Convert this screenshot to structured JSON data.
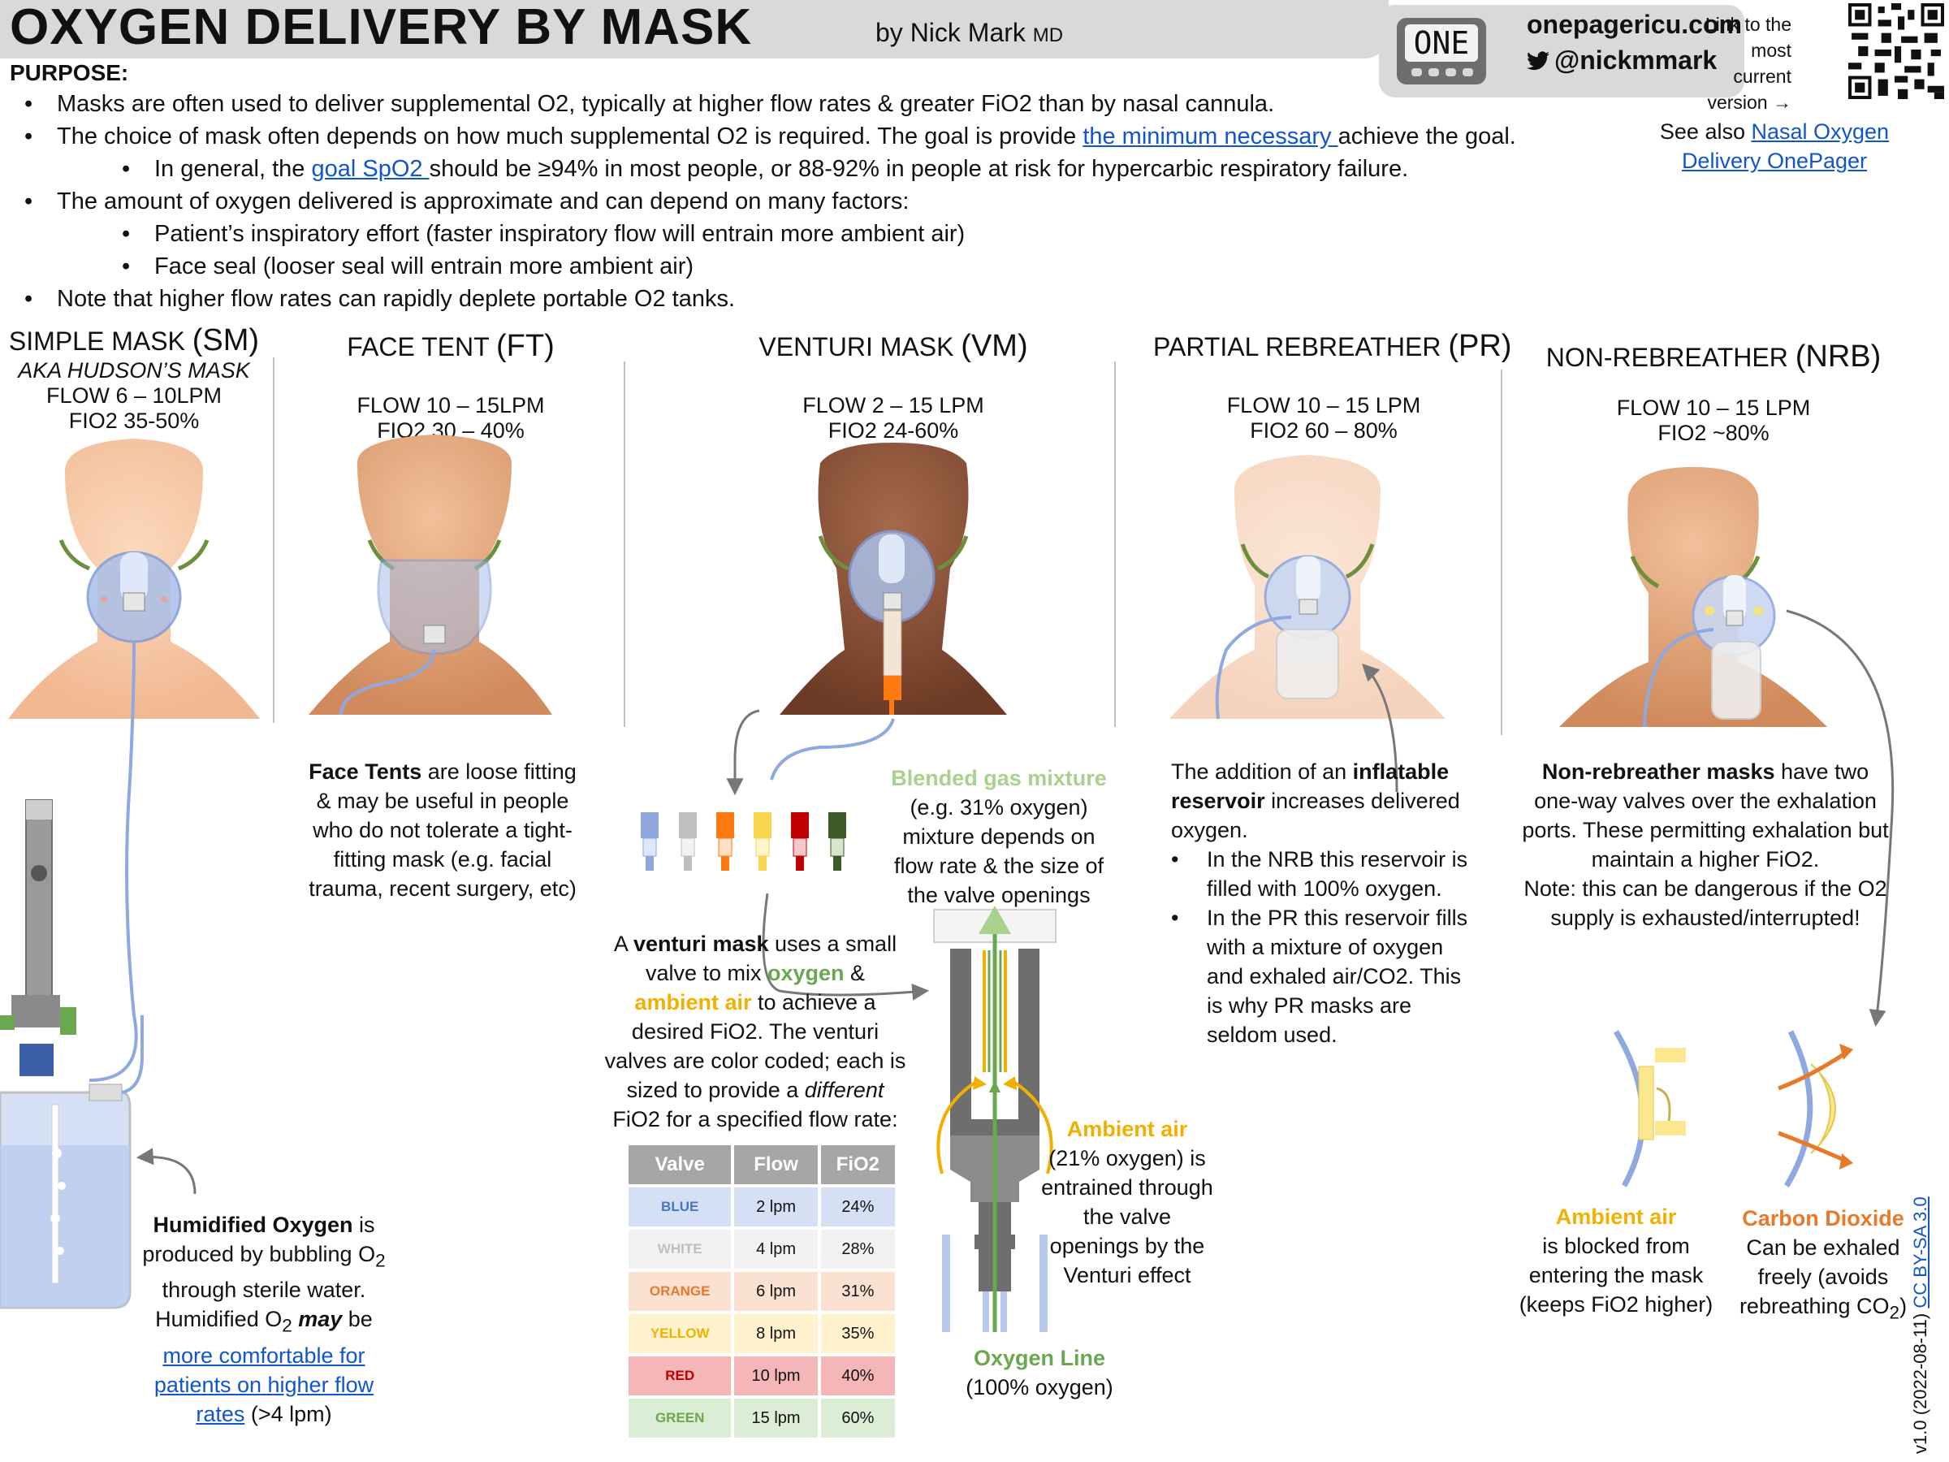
{
  "header": {
    "title": "OXYGEN DELIVERY BY MASK",
    "byline": "by Nick Mark",
    "byline_suffix": "MD",
    "logo_text": "ONE",
    "site": "onepagericu.com",
    "handle": "@nickmmark",
    "link_note": "Link to the most current version →"
  },
  "purpose": {
    "heading": "PURPOSE:",
    "b1": "Masks are often used to deliver supplemental O2, typically at higher flow rates & greater FiO2 than by nasal cannula.",
    "b2_pre": "The choice of mask often depends on how much supplemental O2 is required. The goal is provide ",
    "b2_link": "the minimum necessary ",
    "b2_post": "achieve the goal.",
    "b2a_pre": "In general, the ",
    "b2a_link": "goal SpO2 ",
    "b2a_post": "should be ≥94% in most people, or 88-92% in people at risk for hypercarbic respiratory failure.",
    "b3": "The amount of oxygen delivered is approximate and can depend on many factors:",
    "b3a": "Patient’s inspiratory effort (faster inspiratory flow will entrain more ambient air)",
    "b3b": "Face seal (looser seal will entrain more ambient air)",
    "b4": "Note that higher flow rates can rapidly deplete portable O2 tanks.",
    "see_also_pre": "See also ",
    "see_also_link": "Nasal Oxygen Delivery OnePager"
  },
  "masks": {
    "sm": {
      "name": "SIMPLE MASK ",
      "abbr": "(SM)",
      "aka": "AKA HUDSON’S MASK",
      "flow": "FLOW 6 – 10LPM",
      "fio2": "FIO2 35-50%"
    },
    "ft": {
      "name": "FACE TENT ",
      "abbr": "(FT)",
      "flow": "FLOW 10 – 15LPM",
      "fio2": "FIO2 30 – 40%"
    },
    "vm": {
      "name": "VENTURI MASK ",
      "abbr": "(VM)",
      "flow": "FLOW 2 – 15 LPM",
      "fio2": "FIO2 24-60%"
    },
    "pr": {
      "name": "PARTIAL REBREATHER ",
      "abbr": "(PR)",
      "flow": "FLOW 10 – 15 LPM",
      "fio2": "FIO2 60 – 80%"
    },
    "nrb": {
      "name": "NON-REBREATHER ",
      "abbr": "(NRB)",
      "flow": "FLOW 10 – 15 LPM",
      "fio2": "FIO2 ~80%"
    }
  },
  "face_tent_note": {
    "bold": "Face Tents",
    "text": " are loose fitting & may be useful in people who do not tolerate a tight-fitting mask (e.g. facial trauma, recent surgery, etc)"
  },
  "humidified": {
    "bold": "Humidified Oxygen",
    "t1": " is produced by bubbling O",
    "sub1": "2",
    "t2": " through sterile water. Humidified O",
    "sub2": "2",
    "t3_em": " may",
    "t4": " be ",
    "link": "more comfortable for patients on higher flow rates",
    "t5": " (>4 lpm)"
  },
  "venturi": {
    "t1": "A ",
    "bold": "venturi mask",
    "t2": " uses a small valve to mix ",
    "oxygen": "oxygen",
    "t3": " & ",
    "ambient": "ambient air",
    "t4": " to achieve a desired FiO2. The venturi valves are color coded; each is sized to provide a ",
    "em": "different",
    "t5": " FiO2 for a specified flow rate:",
    "blended_title": "Blended gas mixture",
    "blended_text": "(e.g. 31% oxygen) mixture depends on flow rate & the size of the valve openings",
    "ambient_title": "Ambient air",
    "ambient_text": "(21% oxygen) is entrained through the valve openings by the Venturi effect",
    "oxygen_title": "Oxygen Line",
    "oxygen_text": "(100% oxygen)"
  },
  "venturi_table": {
    "headers": [
      "Valve",
      "Flow",
      "FiO2"
    ],
    "rows": [
      {
        "valve": "BLUE",
        "flow": "2 lpm",
        "fio2": "24%"
      },
      {
        "valve": "WHITE",
        "flow": "4 lpm",
        "fio2": "28%"
      },
      {
        "valve": "ORANGE",
        "flow": "6 lpm",
        "fio2": "31%"
      },
      {
        "valve": "YELLOW",
        "flow": "8 lpm",
        "fio2": "35%"
      },
      {
        "valve": "RED",
        "flow": "10 lpm",
        "fio2": "40%"
      },
      {
        "valve": "GREEN",
        "flow": "15 lpm",
        "fio2": "60%"
      }
    ],
    "row_colors": [
      "#d6e0f5",
      "#f2f2f2",
      "#fbe1d1",
      "#fff2cc",
      "#f4b6b6",
      "#dcedd5"
    ],
    "valve_text_colors": [
      "#4a74c9",
      "#bfbfbf",
      "#e8792a",
      "#f1b000",
      "#c00000",
      "#6aa84f"
    ]
  },
  "pr_note": {
    "t1": "The addition of an ",
    "bold": "inflatable reservoir",
    "t2": " increases delivered oxygen.",
    "b1": "In the NRB this reservoir is filled with 100% oxygen.",
    "b2": "In the PR this reservoir fills with a mixture of oxygen and exhaled air/CO2. This is why PR masks are seldom used."
  },
  "nrb_note": {
    "bold": "Non-rebreather masks",
    "text": " have two one-way valves over the exhalation ports. These permitting exhalation but maintain a higher FiO2.",
    "note": "Note: this can be dangerous if the O2 supply is exhausted/interrupted!",
    "ambient_title": "Ambient air",
    "ambient_text": "is blocked from entering the mask (keeps FiO2 higher)",
    "co2_title": "Carbon Dioxide",
    "co2_text": "Can be exhaled freely (avoids rebreathing CO",
    "co2_sub": "2",
    "co2_end": ")"
  },
  "footer": {
    "version": "v1.0 (2022-08-11) ",
    "license": "CC BY-SA 3.0"
  },
  "colors": {
    "skin_light": "#f7c9a6",
    "skin_mid": "#d99a6c",
    "skin_dark": "#8a4f33",
    "mask_blue": "#a9bfe8",
    "strap_green": "#6b8f3a",
    "tube_blue": "#8fa8df"
  }
}
